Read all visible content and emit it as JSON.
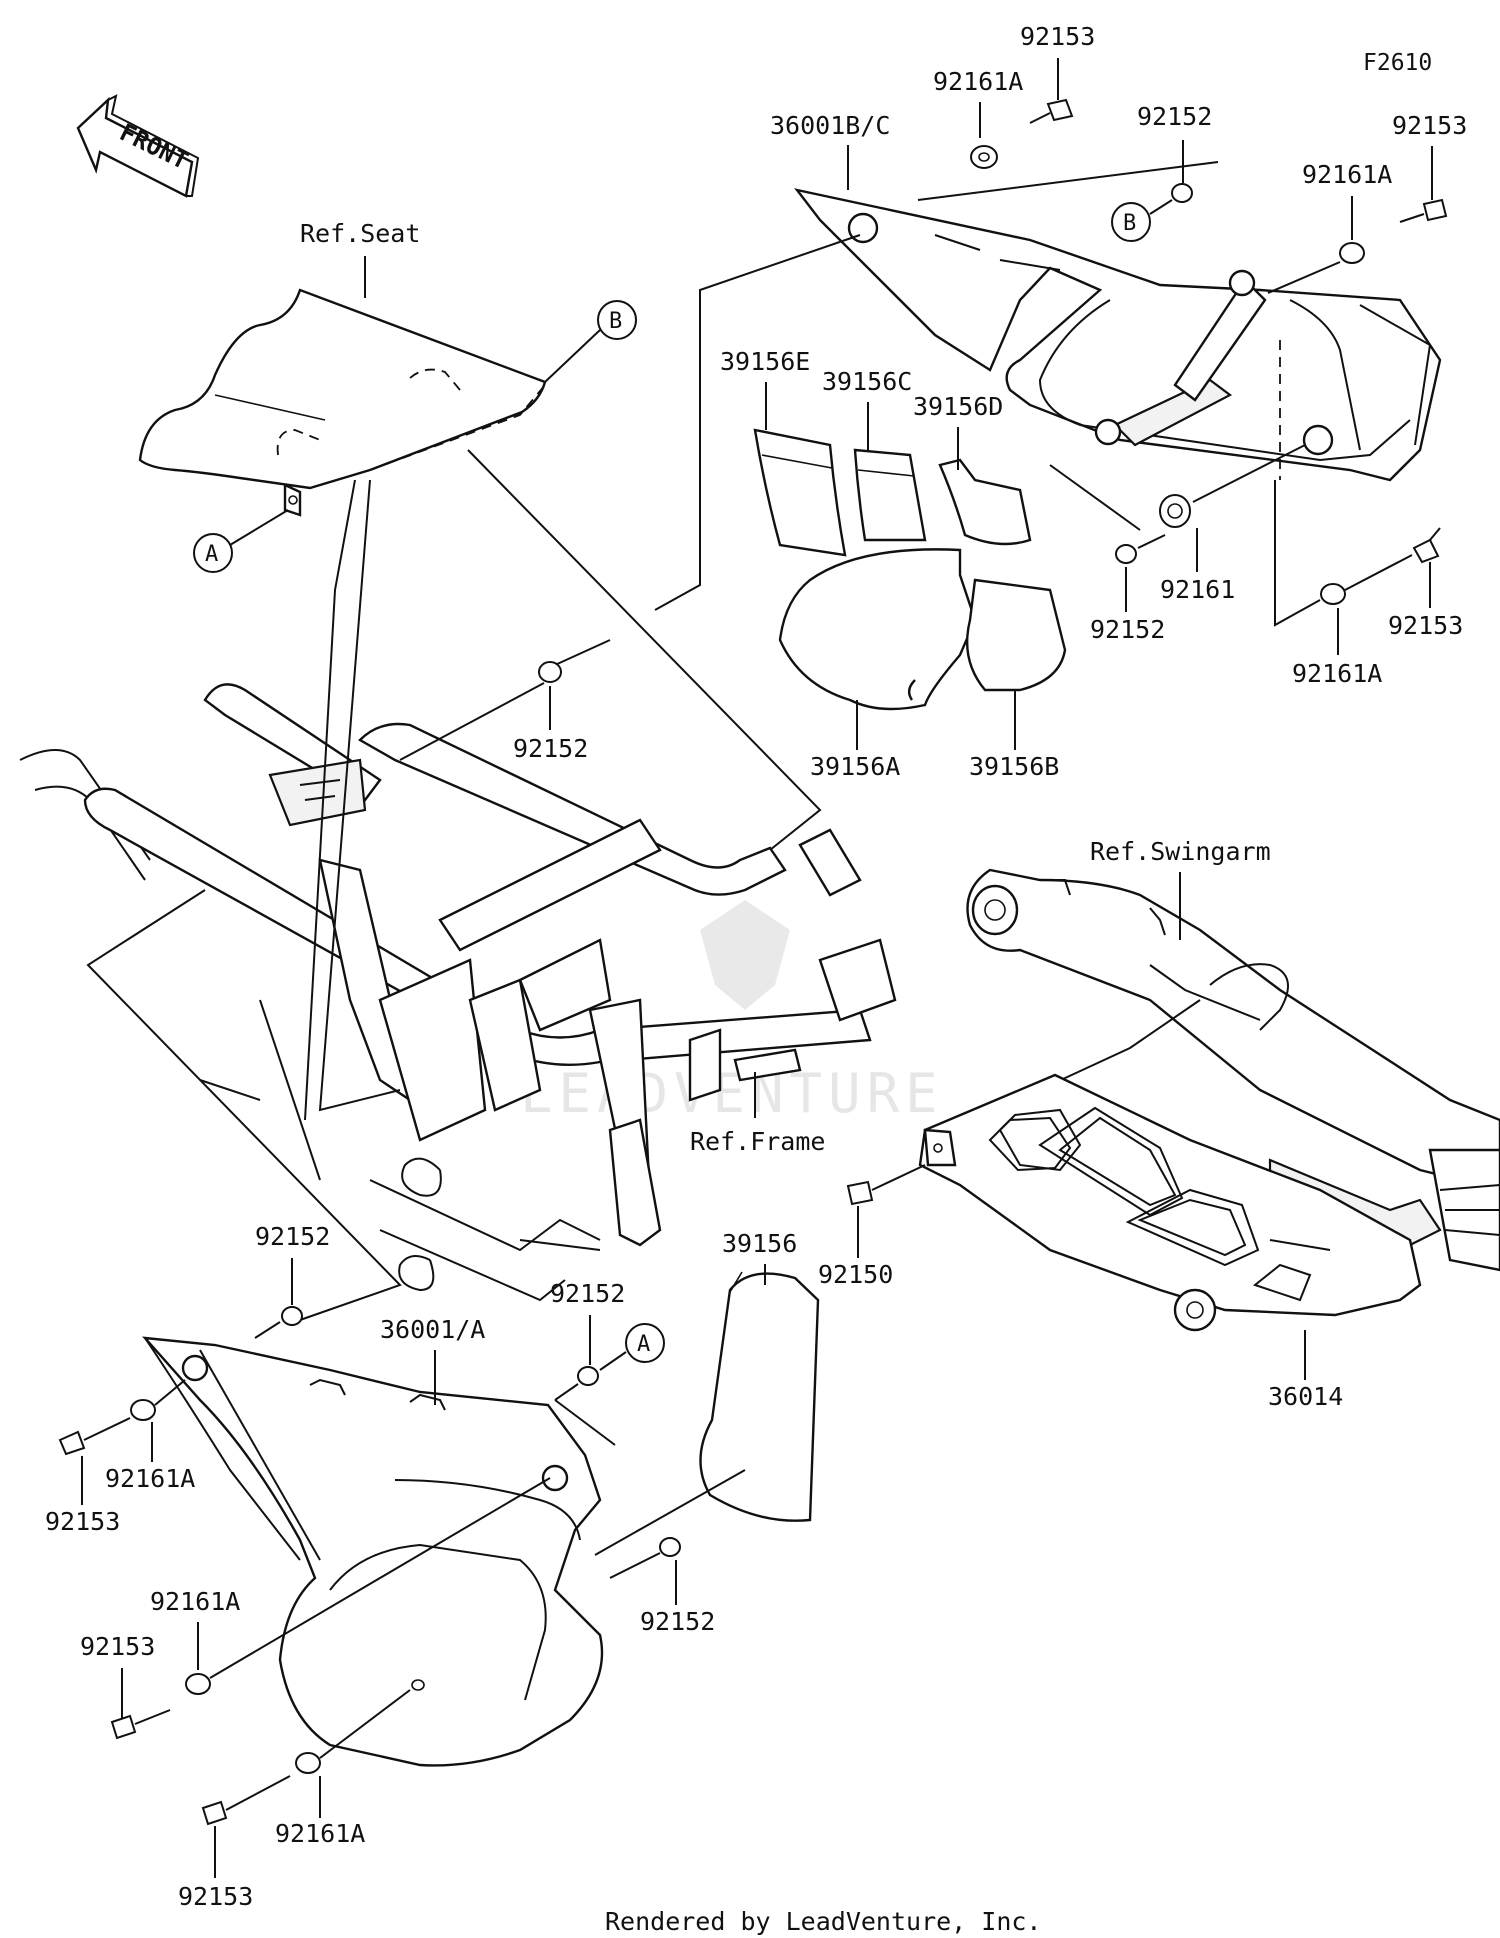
{
  "figure_code": "F2610",
  "footer": "Rendered by LeadVenture, Inc.",
  "watermark": "LEADVENTURE",
  "front_arrow": {
    "label": "FRONT",
    "icon": "front-direction-arrow-icon"
  },
  "references": {
    "seat": "Ref.Seat",
    "frame": "Ref.Frame",
    "swingarm": "Ref.Swingarm"
  },
  "callouts": {
    "a": "A",
    "b": "B"
  },
  "parts": {
    "p36001bc": "36001B/C",
    "p36001a": "36001/A",
    "p36014": "36014",
    "p39156": "39156",
    "p39156a": "39156A",
    "p39156b": "39156B",
    "p39156c": "39156C",
    "p39156d": "39156D",
    "p39156e": "39156E",
    "p92150": "92150",
    "p92152": "92152",
    "p92153": "92153",
    "p92161": "92161",
    "p92161a": "92161A"
  }
}
